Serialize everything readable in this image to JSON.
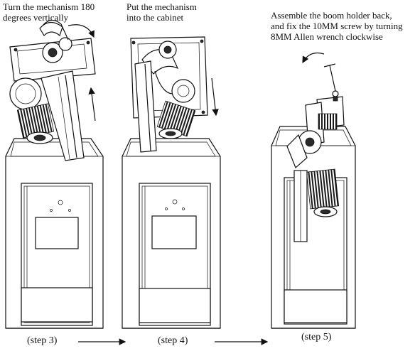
{
  "captions": {
    "step3_line1": "Turn the mechanism 180",
    "step3_line2": "degrees vertically",
    "step4_line1": "Put the mechanism",
    "step4_line2": "into the cabinet",
    "step5_line1": "Assemble the boom holder back,",
    "step5_line2": "and fix the 10MM screw by turning",
    "step5_line3": "8MM Allen wrench clockwise"
  },
  "steps": [
    "(step 3)",
    "(step 4)",
    "(step 5)"
  ]
}
